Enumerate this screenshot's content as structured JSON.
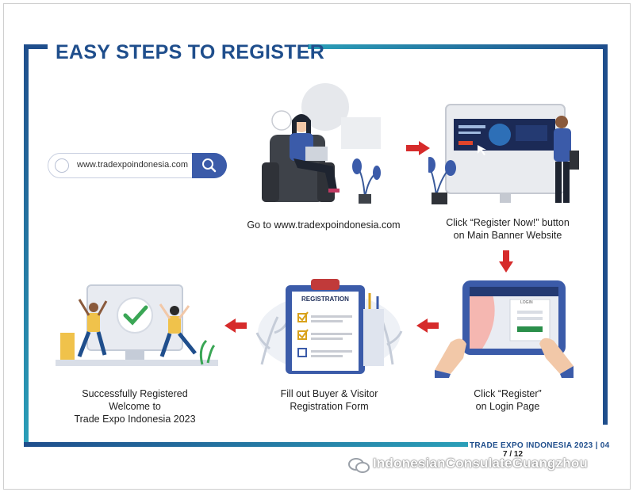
{
  "title": "EASY STEPS TO REGISTER",
  "search_url": "www.tradexpoindonesia.com",
  "steps": [
    {
      "caption_lines": [
        "Go to www.tradexpoindonesia.com"
      ]
    },
    {
      "caption_lines": [
        "Click “Register Now!” button",
        "on Main Banner Website"
      ]
    },
    {
      "caption_lines": [
        "Click “Register”",
        "on Login Page"
      ]
    },
    {
      "caption_lines": [
        "Fill out Buyer & Visitor",
        "Registration Form"
      ]
    },
    {
      "caption_lines": [
        "Successfully Registered",
        "Welcome to",
        "Trade Expo Indonesia 2023"
      ]
    }
  ],
  "form_heading": "REGISTRATION",
  "login_heading": "LOGIN",
  "footer": "TRADE EXPO INDONESIA 2023 | 04",
  "page_indicator": "7 / 12",
  "watermark": "IndonesianConsulateGuangzhou",
  "colors": {
    "navy": "#1f4e8c",
    "teal": "#2a9fb8",
    "arrow": "#d62b2b",
    "accent_blue": "#3b5ba9"
  }
}
